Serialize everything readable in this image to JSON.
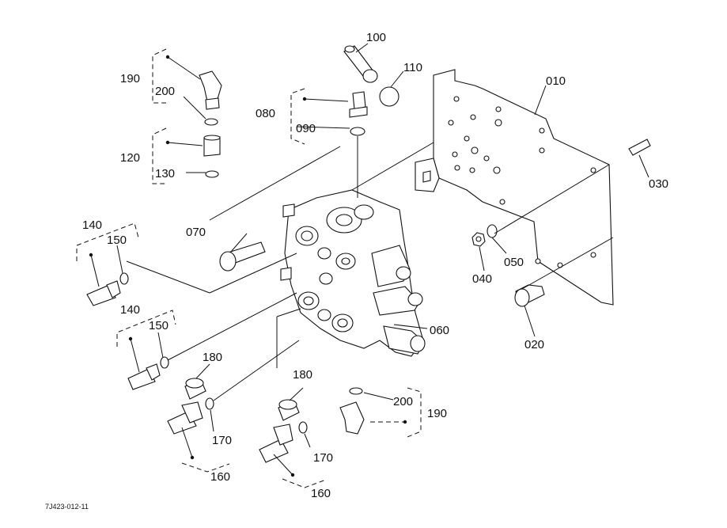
{
  "diagram": {
    "caption": "7J423-012-11",
    "callouts": {
      "c010": "010",
      "c020": "020",
      "c030": "030",
      "c040": "040",
      "c050": "050",
      "c060": "060",
      "c070": "070",
      "c080": "080",
      "c090": "090",
      "c100": "100",
      "c110": "110",
      "c120": "120",
      "c130": "130",
      "c140a": "140",
      "c150a": "150",
      "c140b": "140",
      "c150b": "150",
      "c160a": "160",
      "c170a": "170",
      "c180a": "180",
      "c160b": "160",
      "c170b": "170",
      "c180b": "180",
      "c190a": "190",
      "c200a": "200",
      "c190b": "190",
      "c200b": "200"
    }
  }
}
